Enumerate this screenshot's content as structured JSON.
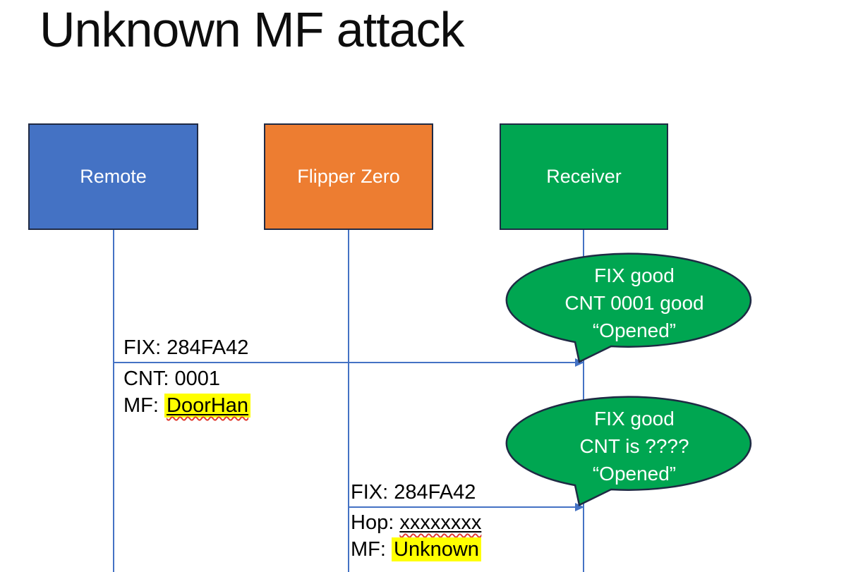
{
  "title": "Unknown MF attack",
  "actors": [
    {
      "id": "remote",
      "label": "Remote",
      "fill": "#4472C4"
    },
    {
      "id": "flipper-zero",
      "label": "Flipper Zero",
      "fill": "#ED7D31"
    },
    {
      "id": "receiver",
      "label": "Receiver",
      "fill": "#00A651"
    }
  ],
  "messages": [
    {
      "from": "Remote",
      "to": "Receiver",
      "above": "FIX: 284FA42",
      "below": [
        {
          "prefix": "CNT: ",
          "value": "0001"
        },
        {
          "prefix": "MF: ",
          "value": "DoorHan"
        }
      ]
    },
    {
      "from": "Flipper Zero",
      "to": "Receiver",
      "above": "FIX: 284FA42",
      "below": [
        {
          "prefix": "Hop: ",
          "value": "xxxxxxxx"
        },
        {
          "prefix": "MF: ",
          "value": "Unknown"
        }
      ]
    }
  ],
  "callouts": [
    {
      "lines": [
        "FIX good",
        "CNT 0001 good",
        "“Opened”"
      ]
    },
    {
      "lines": [
        "FIX good",
        "CNT is ????",
        "“Opened”"
      ]
    }
  ],
  "colors": {
    "remote_fill": "#4472C4",
    "flipper_fill": "#ED7D31",
    "receiver_fill": "#00A651",
    "outline": "#1F2A44",
    "connector": "#4472C4",
    "highlight": "#FFFF00",
    "squiggle": "#E03C31",
    "title_text": "#0D0D0D",
    "bubble_text": "#FFFFFF"
  }
}
